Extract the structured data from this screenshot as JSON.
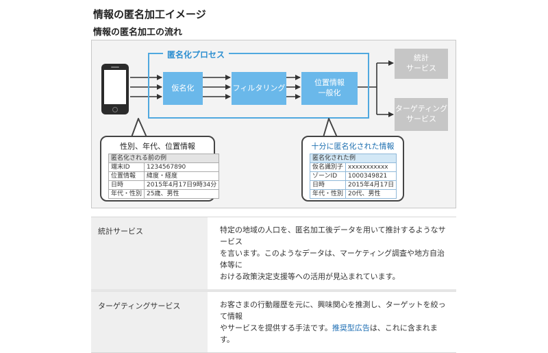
{
  "page": {
    "title": "情報の匿名加工イメージ",
    "subtitle": "情報の匿名加工の流れ"
  },
  "diagram": {
    "process_label": "匿名化プロセス",
    "steps": [
      "仮名化",
      "フィルタリング",
      "位置情報\n一般化"
    ],
    "outputs": [
      "統計\nサービス",
      "ターゲティング\nサービス"
    ],
    "before": {
      "title": "性別、年代、位置情報",
      "caption": "匿名化される前の例",
      "rows": [
        [
          "端末ID",
          "1234567890"
        ],
        [
          "位置情報",
          "緯度・経度"
        ],
        [
          "日時",
          "2015年4月17日9時34分"
        ],
        [
          "年代・性別",
          "25歳、男性"
        ]
      ]
    },
    "after": {
      "title": "十分に匿名化された情報",
      "caption": "匿名化された例",
      "rows": [
        [
          "仮名識別子",
          "xxxxxxxxxxx"
        ],
        [
          "ゾーンID",
          "1000349821"
        ],
        [
          "日時",
          "2015年4月17日"
        ],
        [
          "年代・性別",
          "20代、男性"
        ]
      ]
    }
  },
  "services": [
    {
      "name": "統計サービス",
      "lines": [
        "特定の地域の人口を、匿名加工後データを用いて推計するようなサービス",
        "を言います。このようなデータは、マーケティング調査や地方自治体等に",
        "おける政策決定支援等への活用が見込まれています。"
      ]
    },
    {
      "name": "ターゲティングサービス",
      "line1": "お客さまの行動履歴を元に、興味関心を推測し、ターゲットを絞って情報",
      "line2_pre": "やサービスを提供する手法です。",
      "line2_link": "推奨型広告",
      "line2_post": "は、これに含まれます。"
    }
  ],
  "colors": {
    "process_blue": "#4fa8df",
    "step_blue": "#6ab8ea",
    "output_gray": "#c6c6c6"
  }
}
